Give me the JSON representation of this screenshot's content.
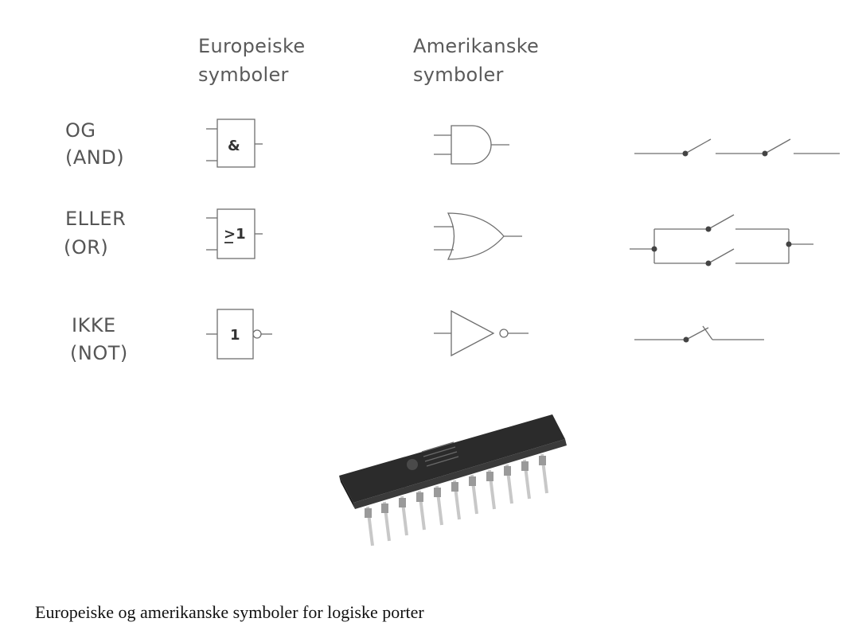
{
  "headers": {
    "european": "Europeiske\nsymboler",
    "american": "Amerikanske\nsymboler"
  },
  "gates": [
    {
      "name_no": "OG",
      "name_en": "(AND)",
      "european_symbol": "&",
      "american_shape": "and-gate",
      "switch_circuit": "two switches in series"
    },
    {
      "name_no": "ELLER",
      "name_en": "(OR)",
      "european_symbol": ">1",
      "american_shape": "or-gate",
      "switch_circuit": "two switches in parallel"
    },
    {
      "name_no": "IKKE",
      "name_en": "(NOT)",
      "european_symbol": "1",
      "american_shape": "not-gate",
      "switch_circuit": "normally closed switch"
    }
  ],
  "image": {
    "subject": "dual in-line integrated circuit chip"
  },
  "caption": "Europeiske og amerikanske symboler for logiske porter",
  "colors": {
    "line": "#6e6e6e",
    "text": "#5a5a5a",
    "chip_body": "#2b2b2b",
    "chip_pins": "#c8c8c8"
  }
}
